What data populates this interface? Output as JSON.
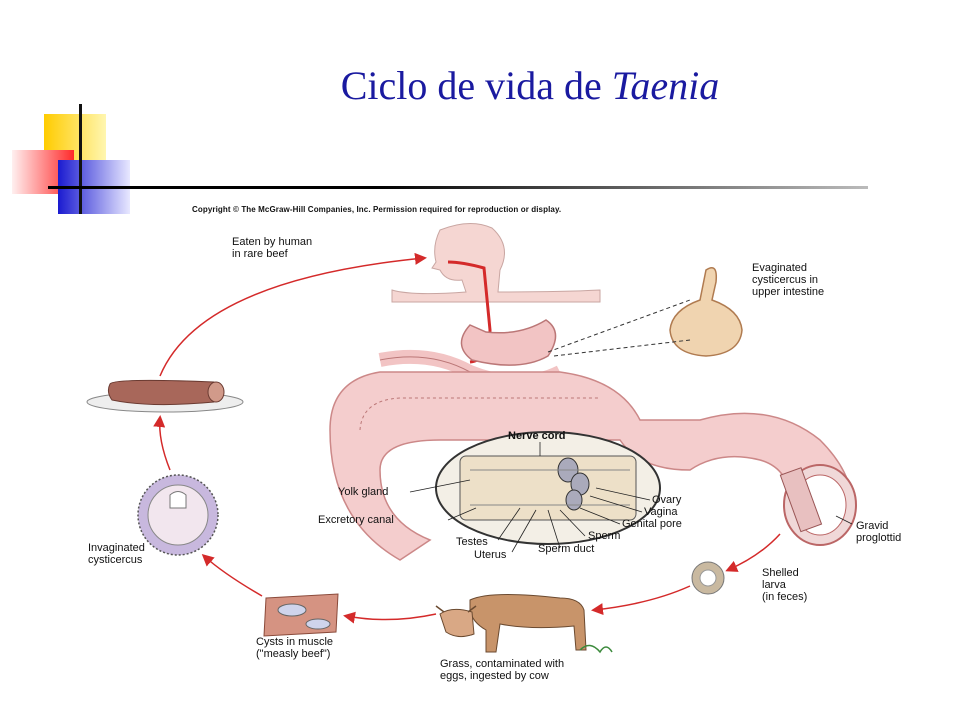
{
  "title": {
    "text": "Ciclo de vida de ",
    "italic": "Taenia"
  },
  "copyright": "Copyright © The McGraw-Hill Companies, Inc. Permission required for reproduction or display.",
  "labels": {
    "eaten": "Eaten by human\nin rare beef",
    "evaginated": "Evaginated\ncysticercus in\nupper intestine",
    "nerve_cord": "Nerve cord",
    "yolk_gland": "Yolk gland",
    "excretory_canal": "Excretory canal",
    "testes": "Testes",
    "uterus": "Uterus",
    "sperm_duct": "Sperm duct",
    "sperm": "Sperm",
    "genital_pore": "Genital pore",
    "vagina": "Vagina",
    "ovary": "Ovary",
    "gravid": "Gravid\nproglottid",
    "shelled": "Shelled\nlarva\n(in feces)",
    "grass": "Grass, contaminated with\neggs, ingested by cow",
    "cysts": "Cysts in muscle\n(\"measly beef\")",
    "invaginated": "Invaginated\ncysticercus"
  },
  "colors": {
    "title": "#1a1aa0",
    "arrow": "#d42a2a",
    "intestine": "#f2c4c4",
    "deco_yellow": "#ffd21a",
    "deco_blue": "#2a2ad8",
    "deco_red": "#ff3a3a"
  }
}
